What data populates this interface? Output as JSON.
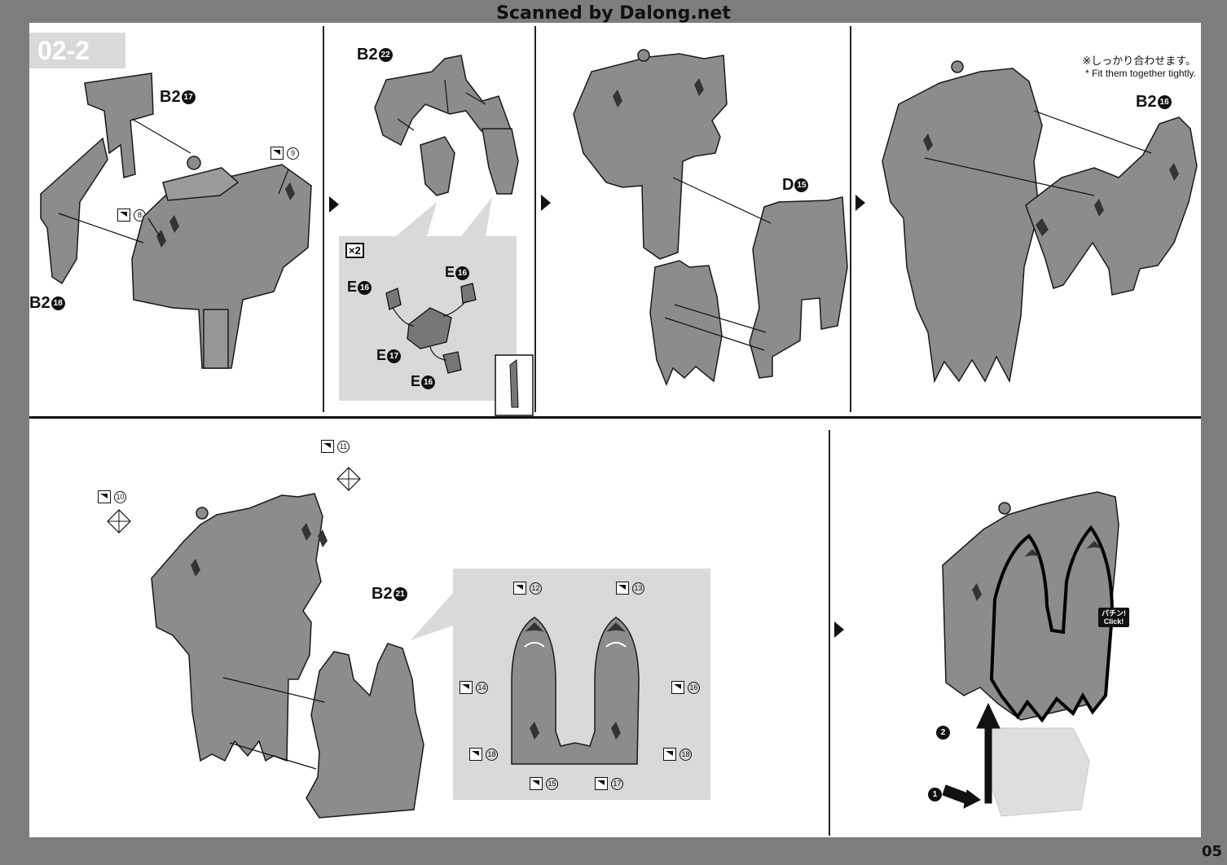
{
  "watermark": "Scanned by Dalong.net",
  "page_number": "05",
  "step_label": "02-2",
  "top_row": {
    "panel1": {
      "part_a": {
        "prefix": "B2",
        "num": "17"
      },
      "part_b": {
        "prefix": "B2",
        "num": "18"
      },
      "stickers": [
        "9",
        "8"
      ]
    },
    "panel2": {
      "part_main": {
        "prefix": "B2",
        "num": "22"
      },
      "multiplier": "×2",
      "parts": [
        {
          "prefix": "E",
          "num": "16"
        },
        {
          "prefix": "E",
          "num": "16"
        },
        {
          "prefix": "E",
          "num": "17"
        },
        {
          "prefix": "E",
          "num": "16"
        }
      ]
    },
    "panel3": {
      "part": {
        "prefix": "D",
        "num": "15"
      }
    },
    "panel4": {
      "note_jp": "※しっかり合わせます。",
      "note_en": "* Fit them together tightly.",
      "part": {
        "prefix": "B2",
        "num": "16"
      }
    }
  },
  "bottom_row": {
    "panel1": {
      "part": {
        "prefix": "B2",
        "num": "21"
      },
      "stickers_outer": [
        "11",
        "10"
      ],
      "stickers_inset": [
        "12",
        "13",
        "14",
        "16",
        "18",
        "18",
        "15",
        "17"
      ]
    },
    "panel2": {
      "click_jp": "パチン!",
      "click_en": "Click!",
      "step_nums": [
        "2",
        "1"
      ]
    }
  }
}
